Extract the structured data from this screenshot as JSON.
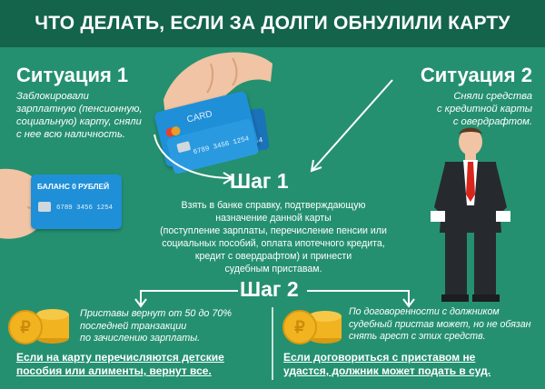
{
  "header": {
    "title": "ЧТО ДЕЛАТЬ, ЕСЛИ ЗА ДОЛГИ ОБНУЛИЛИ КАРТУ"
  },
  "situation1": {
    "title": "Ситуация 1",
    "lines": [
      "Заблокировали",
      "зарплатную (пенсионную,",
      "социальную) карту, сняли",
      "с нее всю наличность."
    ]
  },
  "situation2": {
    "title": "Ситуация 2",
    "lines": [
      "Сняли средства",
      "с кредитной карты",
      "с овердрафтом."
    ]
  },
  "cards": {
    "brand": "CARD",
    "number_top": "6789 3456 1254",
    "number_bottom": "6789 3456 1254",
    "number_back": "1254",
    "balance_label": "БАЛАНС 0 РУБЛЕЙ",
    "balance_number": "6789 3456 1254"
  },
  "step1": {
    "title": "Шаг 1",
    "lines": [
      "Взять в банке справку, подтверждающую",
      "назначение данной карты",
      "(поступление зарплаты, перечисление пенсии или",
      "социальных пособий, оплата ипотечного кредита,",
      "кредит с овердрафтом) и принести",
      "судебным приставам."
    ]
  },
  "step2": {
    "title": "Шаг 2"
  },
  "left_box": {
    "lines": [
      "Приставы вернут от 50 до 70%",
      "последней транзакции",
      "по зачислению зарплаты."
    ],
    "bold_lines": [
      "Если на карту перечисляются детские",
      "пособия или алименты, вернут все."
    ]
  },
  "right_box": {
    "lines": [
      "По договоренности с должником",
      "судебный пристав может, но не обязан",
      "снять арест с этих средств."
    ],
    "bold_lines": [
      "Если договориться с приставом не",
      "удастся, должник может подать в суд."
    ]
  },
  "colors": {
    "background": "#25906f",
    "header": "#14634b",
    "card_blue": "#1f8fd8",
    "coin_gold": "#f2b321",
    "tie_red": "#d9261c"
  }
}
